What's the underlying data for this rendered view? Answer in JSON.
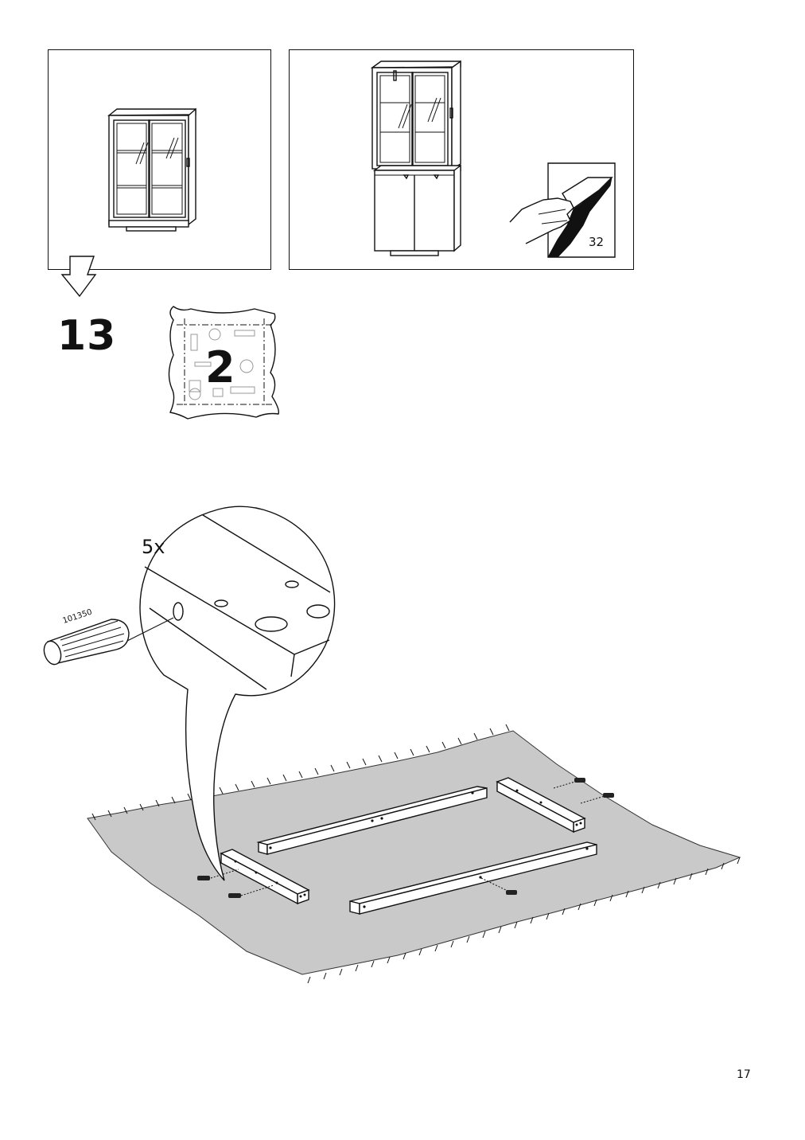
{
  "step": {
    "number": "13"
  },
  "bag": {
    "number": "2"
  },
  "reference": {
    "page": "32"
  },
  "part": {
    "id": "101350",
    "quantity": "5x"
  },
  "page": {
    "number": "17"
  }
}
